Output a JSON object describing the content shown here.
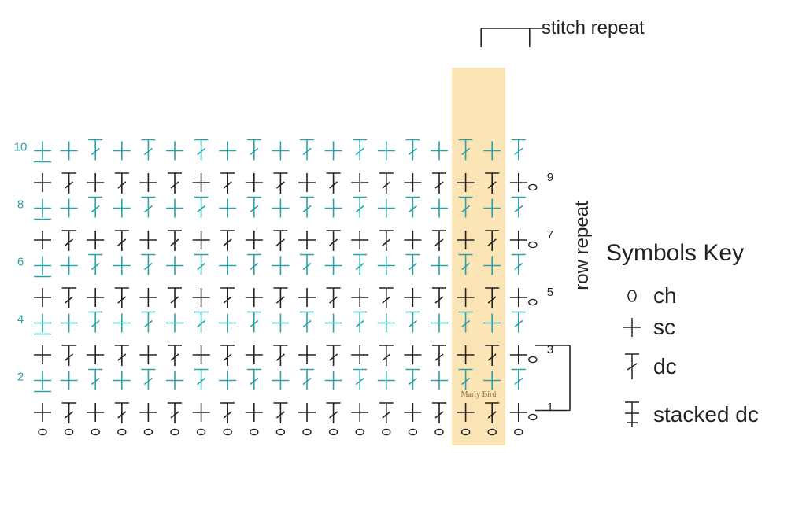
{
  "chart_data": {
    "type": "crochet-symbol-chart",
    "columns": 19,
    "foundation_chain_count": 19,
    "colors": {
      "odd_rows": "#222222",
      "even_rows": "#2aa3a8",
      "highlight": "#fbe5b6",
      "text": "#222222"
    },
    "rows": [
      {
        "row": 1,
        "label": "1",
        "side": "right",
        "turning_ch": true,
        "pattern": [
          "sc",
          "dc"
        ]
      },
      {
        "row": 2,
        "label": "2",
        "side": "left",
        "turning_ch": false,
        "pattern": [
          "stacked-sc",
          "sc",
          "dc"
        ]
      },
      {
        "row": 3,
        "label": "3",
        "side": "right",
        "turning_ch": true,
        "pattern": [
          "sc",
          "dc"
        ]
      },
      {
        "row": 4,
        "label": "4",
        "side": "left",
        "turning_ch": false,
        "pattern": [
          "stacked-sc",
          "sc",
          "dc"
        ]
      },
      {
        "row": 5,
        "label": "5",
        "side": "right",
        "turning_ch": true,
        "pattern": [
          "sc",
          "dc"
        ]
      },
      {
        "row": 6,
        "label": "6",
        "side": "left",
        "turning_ch": false,
        "pattern": [
          "stacked-sc",
          "sc",
          "dc"
        ]
      },
      {
        "row": 7,
        "label": "7",
        "side": "right",
        "turning_ch": true,
        "pattern": [
          "sc",
          "dc"
        ]
      },
      {
        "row": 8,
        "label": "8",
        "side": "left",
        "turning_ch": false,
        "pattern": [
          "stacked-sc",
          "sc",
          "dc"
        ]
      },
      {
        "row": 9,
        "label": "9",
        "side": "right",
        "turning_ch": true,
        "pattern": [
          "sc",
          "dc"
        ]
      },
      {
        "row": 10,
        "label": "10",
        "side": "left",
        "turning_ch": false,
        "pattern": [
          "stacked-sc",
          "sc",
          "dc"
        ]
      }
    ],
    "highlight_columns": [
      17,
      18
    ],
    "annotations": {
      "stitch_repeat": "stitch repeat",
      "row_repeat": "row repeat"
    }
  },
  "watermark": "Marly Bird",
  "symbols_key": {
    "title": "Symbols Key",
    "items": [
      {
        "symbol": "ch-icon",
        "label": "ch"
      },
      {
        "symbol": "sc-icon",
        "label": "sc"
      },
      {
        "symbol": "dc-icon",
        "label": "dc"
      },
      {
        "symbol": "stacked-dc-icon",
        "label": "stacked dc"
      }
    ]
  }
}
